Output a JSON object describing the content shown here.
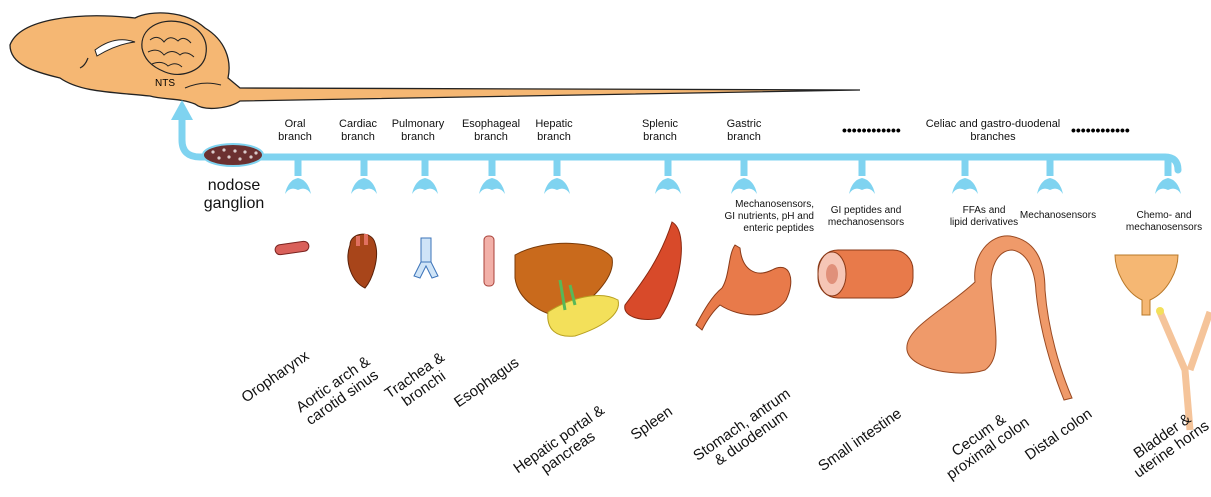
{
  "brain": {
    "nts_label": "NTS"
  },
  "ganglion": {
    "label": "nodose\nganglion"
  },
  "branches": {
    "oral": "Oral\nbranch",
    "cardiac": "Cardiac\nbranch",
    "pulmonary": "Pulmonary\nbranch",
    "esophageal": "Esophageal\nbranch",
    "hepatic": "Hepatic\nbranch",
    "splenic": "Splenic\nbranch",
    "gastric": "Gastric\nbranch",
    "celiac": "Celiac and gastro-duodenal\nbranches",
    "dots": "••••••••••••"
  },
  "sensors": {
    "stomach": "Mechanosensors,\nGI nutrients, pH and\nenteric peptides",
    "small_intestine": "GI peptides and\nmechanosensors",
    "cecum": "FFAs and\nlipid derivatives",
    "distal_colon": "Mechanosensors",
    "bladder": "Chemo- and\nmechanosensors"
  },
  "organs": {
    "oropharynx": "Oropharynx",
    "aortic": "Aortic arch &\ncarotid sinus",
    "trachea": "Trachea &\nbronchi",
    "esophagus": "Esophagus",
    "hepatic": "Hepatic portal &\npancreas",
    "spleen": "Spleen",
    "stomach": "Stomach, antrum\n& duodenum",
    "small_intestine": "Small intestine",
    "cecum": "Cecum &\nproximal colon",
    "distal_colon": "Distal colon",
    "bladder": "Bladder &\nuterine horns"
  },
  "colors": {
    "nerve": "#7fd3f0",
    "brain": "#f5b773",
    "organ_red": "#c8412a",
    "organ_orange": "#f0a06a",
    "pancreas": "#f3e05a"
  }
}
